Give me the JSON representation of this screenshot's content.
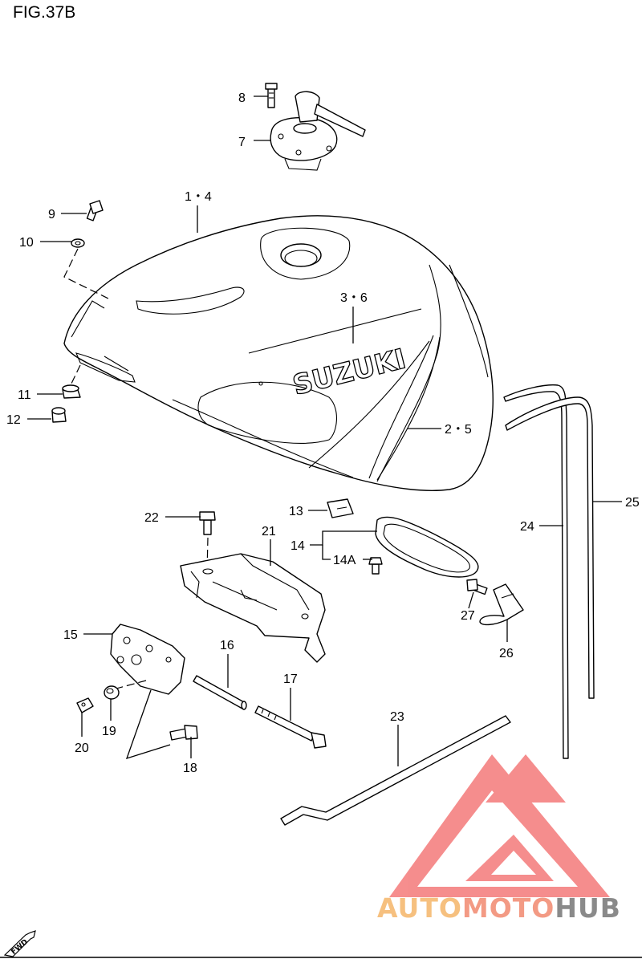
{
  "figure": {
    "title": "FIG.37B"
  },
  "tank_badge": "SUZUKI",
  "fwd_label": "FWD",
  "callouts": {
    "p1_4": "1・4",
    "p2_5": "2・5",
    "p3_6": "3・6",
    "p7": "7",
    "p8": "8",
    "p9": "9",
    "p10": "10",
    "p11": "11",
    "p12": "12",
    "p13": "13",
    "p14": "14",
    "p14a": "14A",
    "p15": "15",
    "p16": "16",
    "p17": "17",
    "p18": "18",
    "p19": "19",
    "p20": "20",
    "p21": "21",
    "p22": "22",
    "p23": "23",
    "p24": "24",
    "p25": "25",
    "p26": "26",
    "p27": "27"
  },
  "watermark": {
    "part1": "AUTO",
    "part2": "MOTO",
    "part3": "HUB"
  },
  "colors": {
    "line": "#000000",
    "watermark_red": "#f26b6b",
    "watermark_orange": "#f6c07f",
    "watermark_gray": "#8a8a8a"
  }
}
